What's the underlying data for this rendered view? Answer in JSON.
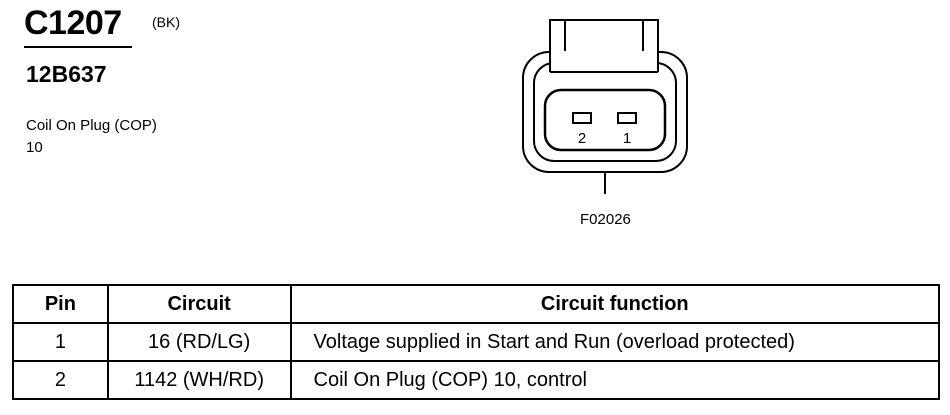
{
  "header": {
    "connector_id": "C1207",
    "color_code": "(BK)",
    "part_number": "12B637",
    "component_name": "Coil On Plug (COP)",
    "component_number": "10"
  },
  "diagram": {
    "pin_labels": [
      "2",
      "1"
    ],
    "figure_code": "F02026"
  },
  "table": {
    "headers": [
      "Pin",
      "Circuit",
      "Circuit function"
    ],
    "rows": [
      {
        "pin": "1",
        "circuit": "16 (RD/LG)",
        "function": "Voltage supplied in Start and Run (overload protected)"
      },
      {
        "pin": "2",
        "circuit": "1142 (WH/RD)",
        "function": "Coil On Plug (COP) 10, control"
      }
    ]
  }
}
